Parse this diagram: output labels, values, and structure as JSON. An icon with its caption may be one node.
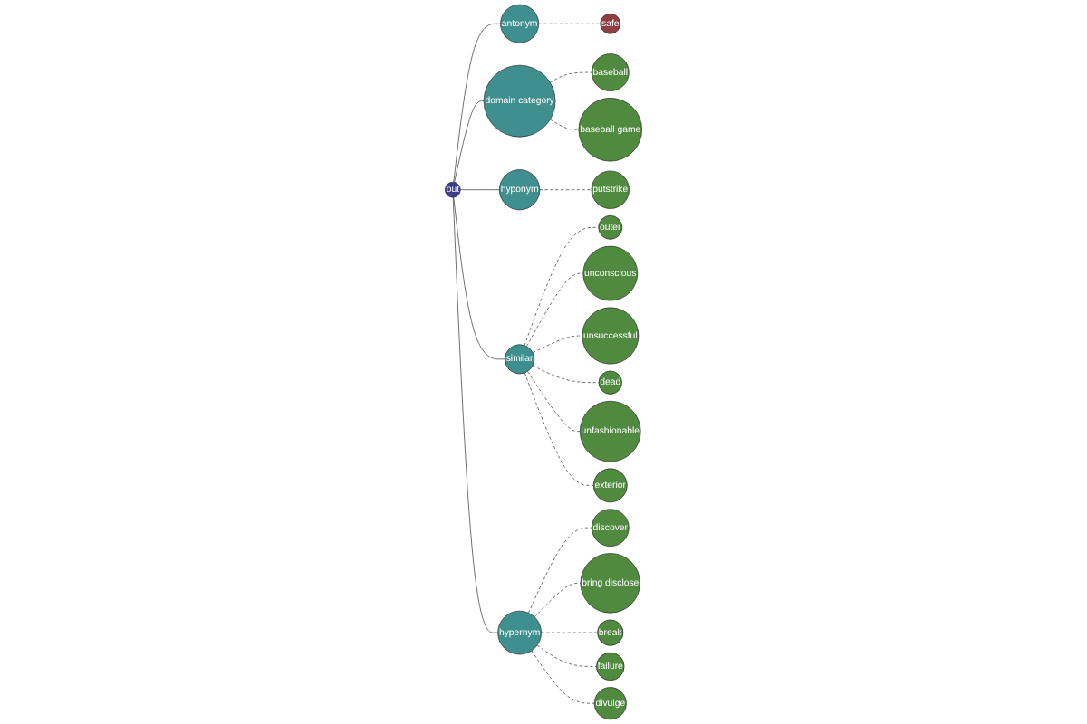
{
  "diagram": {
    "nodes": [
      {
        "text": [
          "out"
        ]
      },
      {
        "text": [
          "antonym"
        ]
      },
      {
        "text": [
          "safe"
        ]
      },
      {
        "text": [
          "domain category"
        ]
      },
      {
        "text": [
          "baseball"
        ]
      },
      {
        "text": [
          "baseball game"
        ]
      },
      {
        "text": [
          "hyponym"
        ]
      },
      {
        "text": [
          "putstrike"
        ]
      },
      {
        "text": [
          "similar"
        ]
      },
      {
        "text": [
          "outer"
        ]
      },
      {
        "text": [
          "unconscious"
        ]
      },
      {
        "text": [
          "unsuccessful"
        ]
      },
      {
        "text": [
          "dead"
        ]
      },
      {
        "text": [
          "unfashionable"
        ]
      },
      {
        "text": [
          "exterior"
        ]
      },
      {
        "text": [
          "hypernym"
        ]
      },
      {
        "text": [
          "discover"
        ]
      },
      {
        "text": [
          "bring disclose"
        ]
      },
      {
        "text": [
          "break"
        ]
      },
      {
        "text": [
          "failure"
        ]
      },
      {
        "text": [
          "divulge"
        ]
      }
    ],
    "edges": [
      {
        "from": 0,
        "to": 1,
        "arrow": "none"
      },
      {
        "from": 0,
        "to": 3,
        "arrow": "none"
      },
      {
        "from": 0,
        "to": 6,
        "arrow": "none"
      },
      {
        "from": 0,
        "to": 8,
        "arrow": "none"
      },
      {
        "from": 0,
        "to": 15,
        "arrow": "none"
      },
      {
        "from": 1,
        "to": 2,
        "arrow": "none",
        "style": "dashed"
      },
      {
        "from": 3,
        "to": 4,
        "arrow": "none",
        "style": "dashed"
      },
      {
        "from": 3,
        "to": 5,
        "arrow": "none",
        "style": "dashed"
      },
      {
        "from": 6,
        "to": 7,
        "arrow": "none",
        "style": "dashed"
      },
      {
        "from": 8,
        "to": 9,
        "arrow": "none",
        "style": "dashed"
      },
      {
        "from": 8,
        "to": 10,
        "arrow": "none",
        "style": "dashed"
      },
      {
        "from": 8,
        "to": 11,
        "arrow": "none",
        "style": "dashed"
      },
      {
        "from": 8,
        "to": 12,
        "arrow": "none",
        "style": "dashed"
      },
      {
        "from": 8,
        "to": 13,
        "arrow": "none",
        "style": "dashed"
      },
      {
        "from": 8,
        "to": 14,
        "arrow": "none",
        "style": "dashed"
      },
      {
        "from": 15,
        "to": 16,
        "arrow": "none",
        "style": "dashed"
      },
      {
        "from": 15,
        "to": 17,
        "arrow": "none",
        "style": "dashed"
      },
      {
        "from": 15,
        "to": 18,
        "arrow": "none",
        "style": "dashed"
      },
      {
        "from": 15,
        "to": 19,
        "arrow": "none",
        "style": "dashed"
      },
      {
        "from": 15,
        "to": 20,
        "arrow": "none",
        "style": "dashed"
      }
    ]
  }
}
